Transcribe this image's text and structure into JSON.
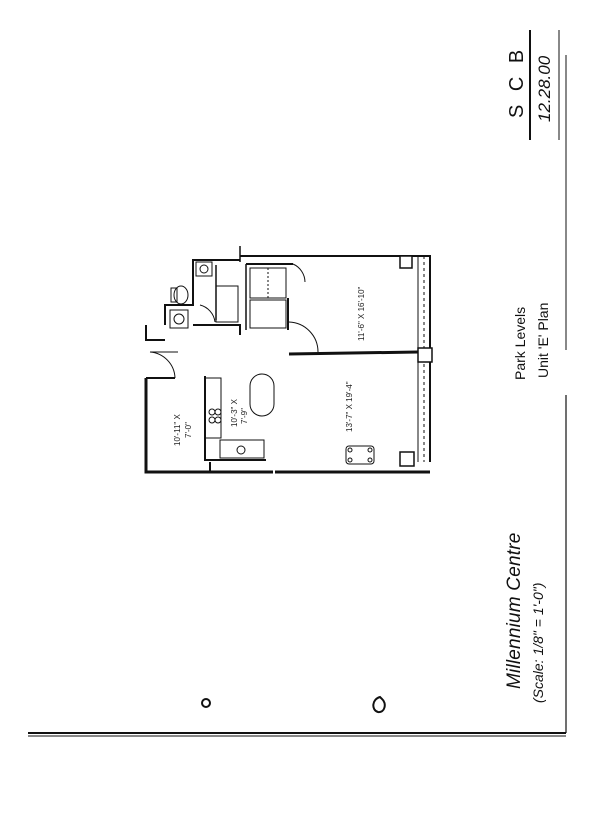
{
  "project": {
    "name": "Millennium Centre",
    "scale": "(Scale: 1/8\" = 1'-0\")"
  },
  "plan": {
    "levels": "Park Levels",
    "unit": "Unit 'E' Plan"
  },
  "stamp": {
    "initials": "S C B",
    "date": "12.28.00"
  },
  "rooms": [
    {
      "id": "bedroom",
      "dimensions": "11'-6\" X 16'-10\""
    },
    {
      "id": "living",
      "dimensions": "13'-7\" X 19'-4\""
    },
    {
      "id": "kitchen",
      "dim_line1": "10'-3\" X",
      "dim_line2": "7'-9\""
    },
    {
      "id": "foyer",
      "dim_line1": "10'-11\" X",
      "dim_line2": "7'-0\""
    }
  ]
}
